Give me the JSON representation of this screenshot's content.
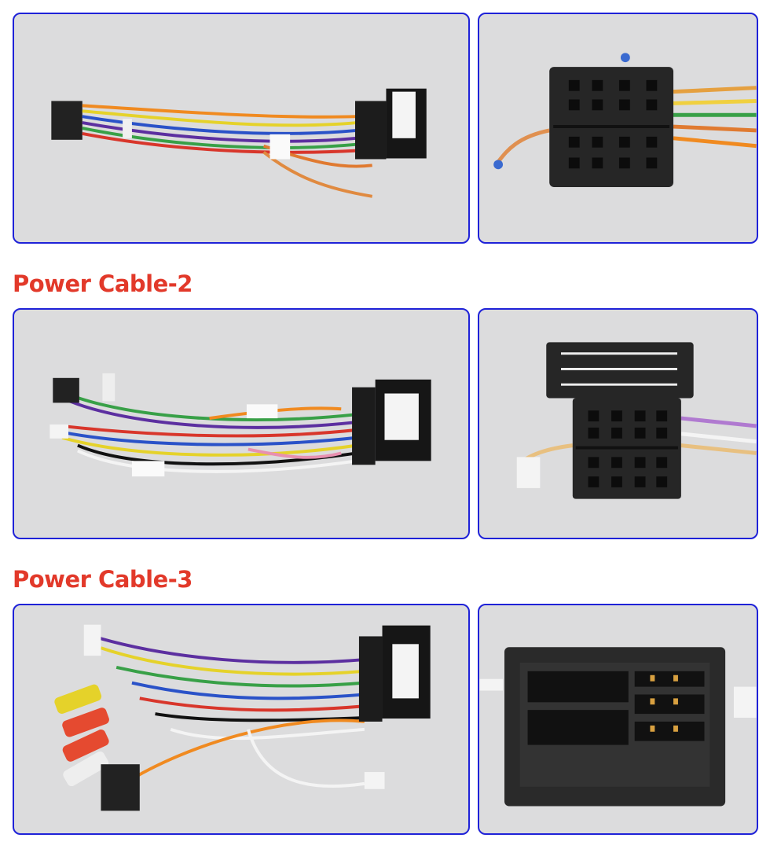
{
  "sections": [
    {
      "heading": null,
      "photos": [
        "cable-1-harness-photo",
        "cable-1-connector-photo"
      ]
    },
    {
      "heading": "Power Cable-2",
      "photos": [
        "cable-2-harness-photo",
        "cable-2-connector-photo"
      ]
    },
    {
      "heading": "Power Cable-3",
      "photos": [
        "cable-3-harness-photo",
        "cable-3-connector-photo"
      ]
    }
  ],
  "colors": {
    "heading": "#e2392a",
    "border": "#1f22d8",
    "photo_bg": "#dcdcdd"
  }
}
